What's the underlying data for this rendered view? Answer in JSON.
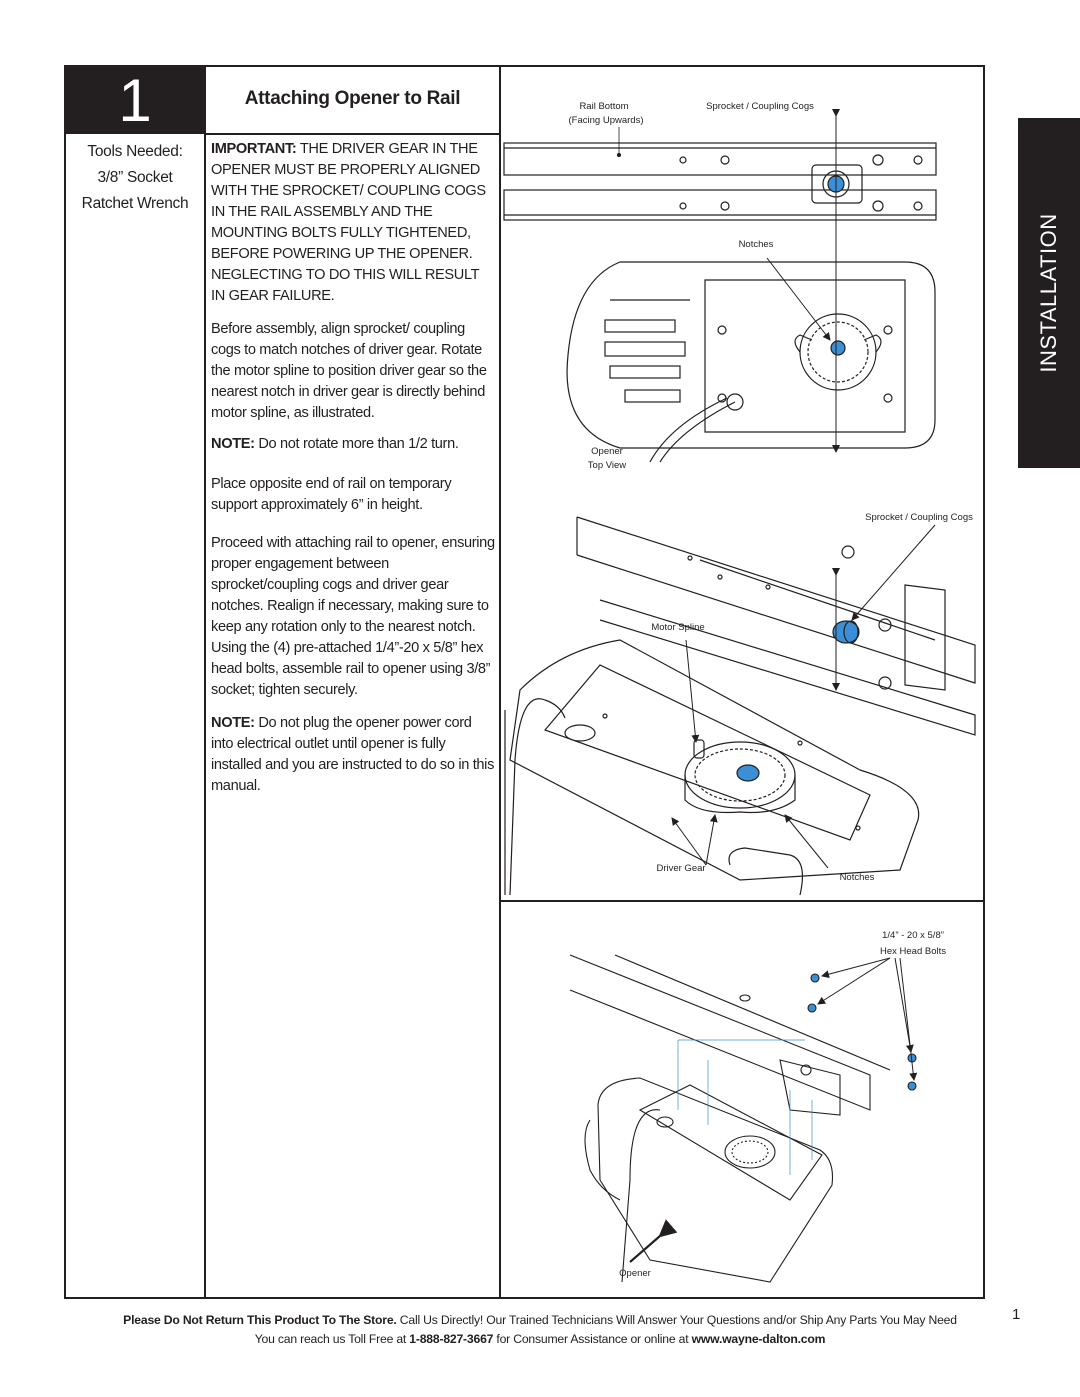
{
  "step": {
    "number": "1",
    "title": "Attaching Opener to Rail"
  },
  "tools": {
    "heading": "Tools Needed:",
    "items": [
      "3/8” Socket",
      "Ratchet Wrench"
    ]
  },
  "instructions": {
    "important_label": "IMPORTANT:",
    "important_text": "THE DRIVER GEAR IN THE OPENER MUST BE PROPERLY ALIGNED WITH THE SPROCKET/ COUPLING COGS IN THE RAIL ASSEMBLY AND THE MOUNTING BOLTS FULLY TIGHTENED, BEFORE POWERING UP THE OPENER. NEGLECTING TO DO THIS WILL RESULT IN GEAR FAILURE.",
    "para1": "Before assembly, align sprocket/ coupling cogs to match notches of driver gear. Rotate the motor spline to position driver gear so the nearest notch in driver gear is directly behind motor spline, as illustrated.",
    "note1_label": "NOTE:",
    "note1_text": " Do not rotate more than 1/2 turn.",
    "para2": "Place opposite end of rail on temporary support approximately 6” in height.",
    "para3": "Proceed with attaching rail to opener, ensuring proper engagement between sprocket/coupling cogs and driver gear notches. Realign if necessary, making sure to keep any rotation only to the nearest notch. Using the (4)  pre-attached 1/4”-20 x 5/8” hex head bolts, assemble rail to opener using 3/8” socket; tighten securely.",
    "note2_label": "NOTE:",
    "note2_text": " Do not plug the opener power cord into electrical outlet until opener is fully installed and you are instructed to do so in this manual."
  },
  "figure_labels": {
    "rail_bottom": "Rail Bottom",
    "facing_upwards": "(Facing Upwards)",
    "sprocket_top": "Sprocket / Coupling Cogs",
    "notches_top": "Notches",
    "opener": "Opener",
    "top_view": "Top View",
    "sprocket_mid": "Sprocket / Coupling Cogs",
    "motor_spline": "Motor Spline",
    "driver_gear": "Driver Gear",
    "notches_mid": "Notches",
    "bolts_line1": "1/4” - 20 x 5/8”",
    "bolts_line2": "Hex Head Bolts",
    "opener_bottom": "Opener"
  },
  "side_tab": "INSTALLATION",
  "footer": {
    "line1_bold": "Please Do Not Return This Product To The Store.",
    "line1_rest": " Call Us Directly! Our Trained Technicians Will Answer Your Questions and/or Ship Any Parts You May Need",
    "line2_pre": "You can reach us Toll Free at ",
    "phone": "1-888-827-3667",
    "line2_mid": " for Consumer Assistance or online at ",
    "website": "www.wayne-dalton.com"
  },
  "page_number": "1",
  "colors": {
    "ink": "#231f20",
    "accent_blue": "#3a8fd6"
  }
}
